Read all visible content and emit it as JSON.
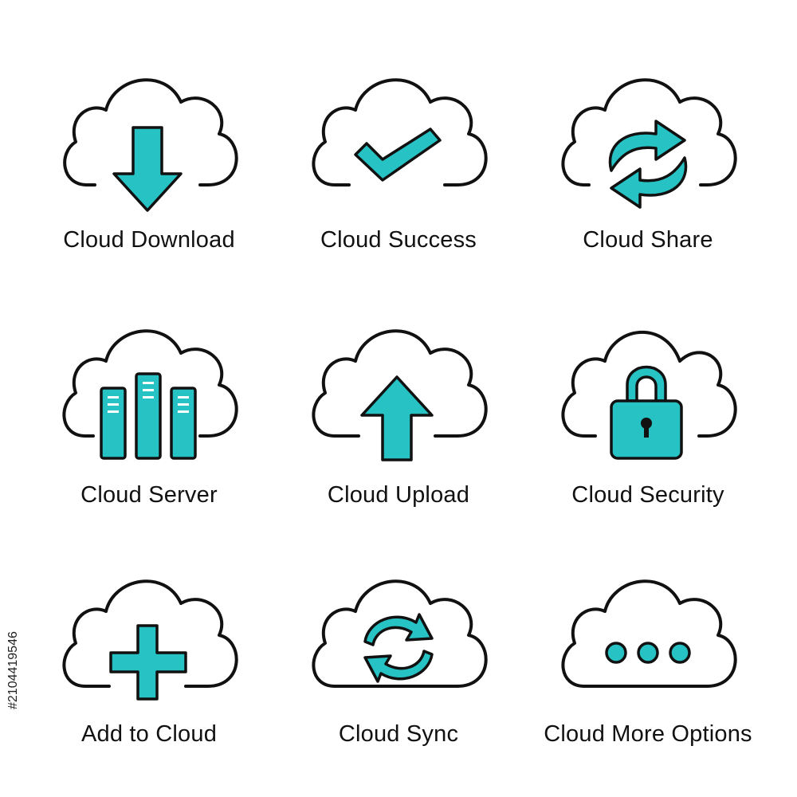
{
  "icons": [
    {
      "label": "Cloud Download",
      "icon": "cloud-download-icon"
    },
    {
      "label": "Cloud Success",
      "icon": "cloud-success-icon"
    },
    {
      "label": "Cloud Share",
      "icon": "cloud-share-icon"
    },
    {
      "label": "Cloud Server",
      "icon": "cloud-server-icon"
    },
    {
      "label": "Cloud Upload",
      "icon": "cloud-upload-icon"
    },
    {
      "label": "Cloud Security",
      "icon": "cloud-security-icon"
    },
    {
      "label": "Add to Cloud",
      "icon": "add-to-cloud-icon"
    },
    {
      "label": "Cloud Sync",
      "icon": "cloud-sync-icon"
    },
    {
      "label": "Cloud More Options",
      "icon": "cloud-more-options-icon"
    }
  ],
  "colors": {
    "accent": "#26c2c4",
    "outline": "#111111",
    "background": "#ffffff"
  },
  "stock_id": "#210441954​6"
}
